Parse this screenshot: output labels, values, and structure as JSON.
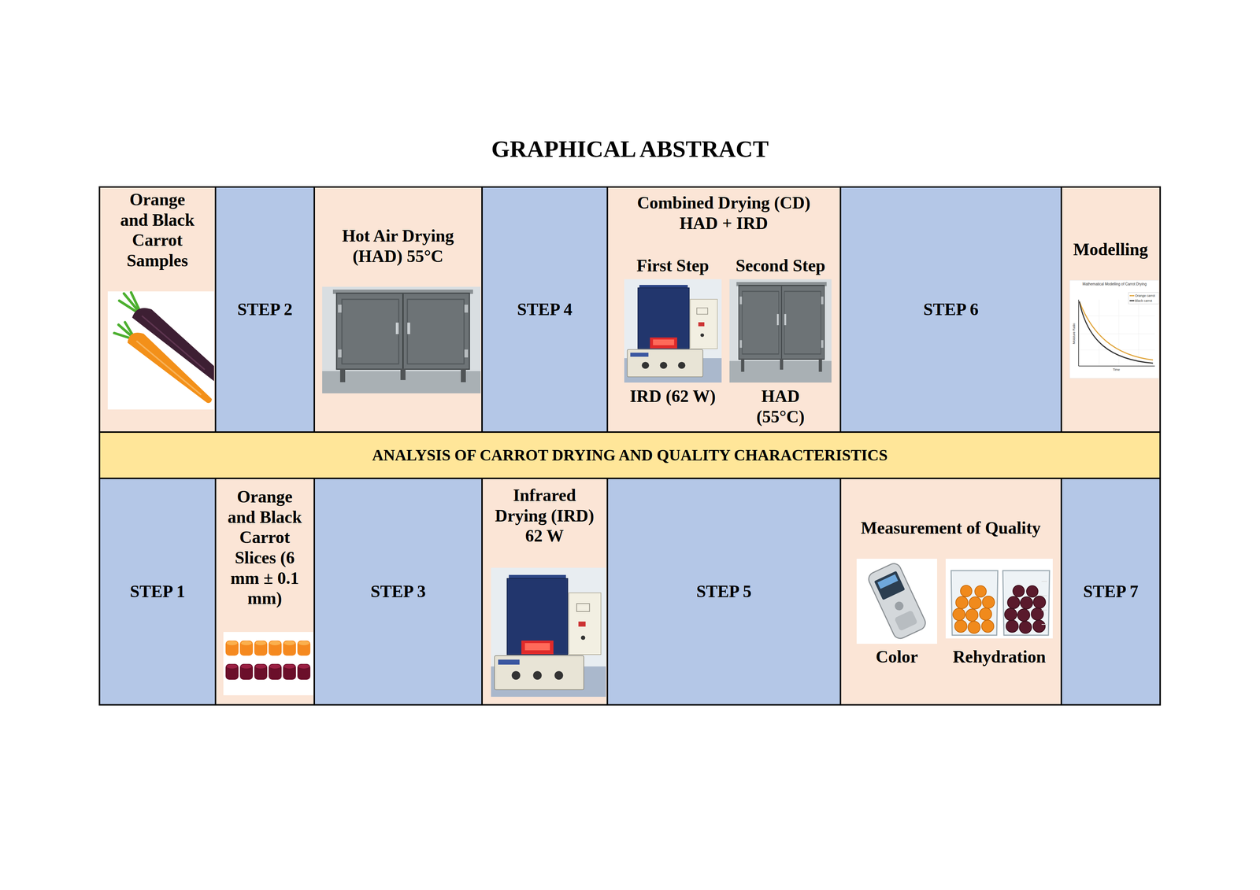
{
  "diagram": {
    "title": "GRAPHICAL ABSTRACT",
    "nodes": [
      {
        "text": [
          "Orange and Black Carrot Samples"
        ]
      },
      {
        "text": [
          "STEP 2"
        ]
      },
      {
        "text": [
          "Hot Air Drying (HAD) 55°C"
        ]
      },
      {
        "text": [
          "STEP 4"
        ]
      },
      {
        "text": [
          "Combined Drying (CD) HAD + IRD",
          "First Step",
          "Second Step",
          "IRD (62 W)",
          "HAD (55°C)"
        ]
      },
      {
        "text": [
          "STEP 6"
        ]
      },
      {
        "text": [
          "Modelling"
        ]
      },
      {
        "text": [
          "ANALYSIS OF CARROT DRYING AND QUALITY CHARACTERISTICS"
        ]
      },
      {
        "text": [
          "STEP 1"
        ]
      },
      {
        "text": [
          "Orange and Black Carrot Slices (6 mm ± 0.1 mm)"
        ]
      },
      {
        "text": [
          "STEP 3"
        ]
      },
      {
        "text": [
          "Infrared Drying (IRD) 62 W"
        ]
      },
      {
        "text": [
          "STEP 5"
        ]
      },
      {
        "text": [
          "Measurement of Quality",
          "Color",
          "Rehydration"
        ]
      },
      {
        "text": [
          "STEP 7"
        ]
      }
    ],
    "labels": [
      "Mathematical Modelling of Carrot Drying",
      "Moisture Ratio",
      "Time"
    ],
    "legend": [
      {
        "text": "Orange carrot"
      },
      {
        "text": "Black carrot"
      }
    ]
  }
}
